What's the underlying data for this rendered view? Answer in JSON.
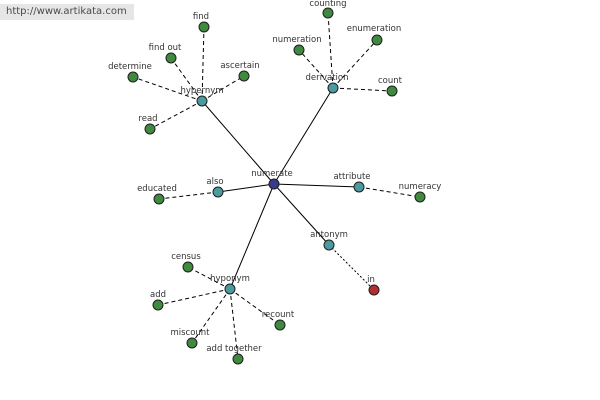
{
  "watermark": "http://www.artikata.com",
  "colors": {
    "center": "#3a3a8c",
    "relation": "#4a9aa0",
    "leaf": "#3f8a3f",
    "antonym_leaf": "#b03030"
  },
  "center": {
    "label": "numerate"
  },
  "relations": [
    {
      "id": "hypernym",
      "label": "hypernym",
      "leaves": [
        "find",
        "find out",
        "ascertain",
        "determine",
        "read"
      ]
    },
    {
      "id": "derivation",
      "label": "derivation",
      "leaves": [
        "counting",
        "numeration",
        "enumeration",
        "count"
      ]
    },
    {
      "id": "attribute",
      "label": "attribute",
      "leaves": [
        "numeracy"
      ]
    },
    {
      "id": "also",
      "label": "also",
      "leaves": [
        "educated"
      ]
    },
    {
      "id": "antonym",
      "label": "antonym",
      "leaves": [
        "in"
      ]
    },
    {
      "id": "hyponym",
      "label": "hyponym",
      "leaves": [
        "census",
        "add",
        "recount",
        "miscount",
        "add together"
      ]
    }
  ]
}
